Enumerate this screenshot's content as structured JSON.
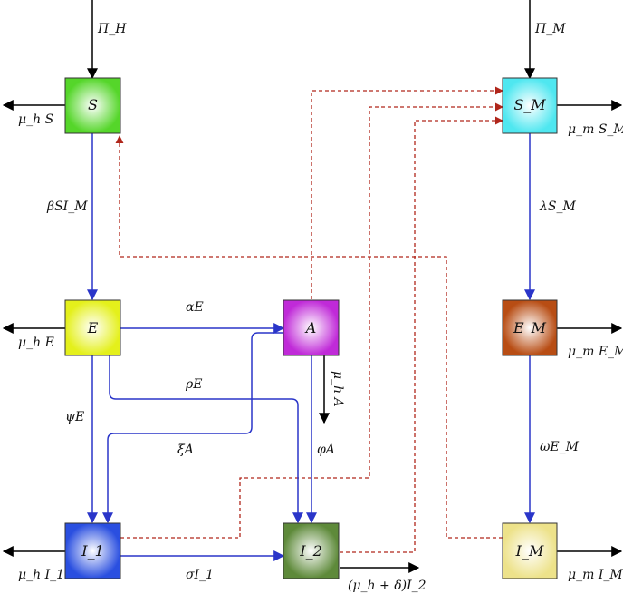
{
  "nodes": {
    "S": {
      "label": "S",
      "color": "#55d62a"
    },
    "SM": {
      "label": "S_M",
      "color": "#4fe7f0"
    },
    "E": {
      "label": "E",
      "color": "#e4f01b"
    },
    "A": {
      "label": "A",
      "color": "#c02ad8"
    },
    "EM": {
      "label": "E_M",
      "color": "#b84d14"
    },
    "I1": {
      "label": "I_1",
      "color": "#2a4fe0"
    },
    "I2": {
      "label": "I_2",
      "color": "#5e8a3a"
    },
    "IM": {
      "label": "I_M",
      "color": "#ede28a"
    }
  },
  "edge_labels": {
    "pi_h": "Π_H",
    "pi_m": "Π_M",
    "mu_h_s": "μ_h S",
    "mu_m_sm": "μ_m S_M",
    "beta": "βSI_M",
    "lambda": "λS_M",
    "mu_h_e": "μ_h E",
    "alpha": "αE",
    "mu_h_a": "μ_h A",
    "mu_m_em": "μ_m E_M",
    "rho": "ρE",
    "psi": "ψE",
    "xi": "ξA",
    "phi": "φA",
    "omega": "ωE_M",
    "mu_h_i1": "μ_h I_1",
    "sigma": "σI_1",
    "mu_delta": "(μ_h + δ)I_2",
    "mu_m_im": "μ_m I_M"
  },
  "colors": {
    "human_flow": "#2a35c9",
    "outflow": "#000000",
    "infection_link": "#b0261b"
  }
}
